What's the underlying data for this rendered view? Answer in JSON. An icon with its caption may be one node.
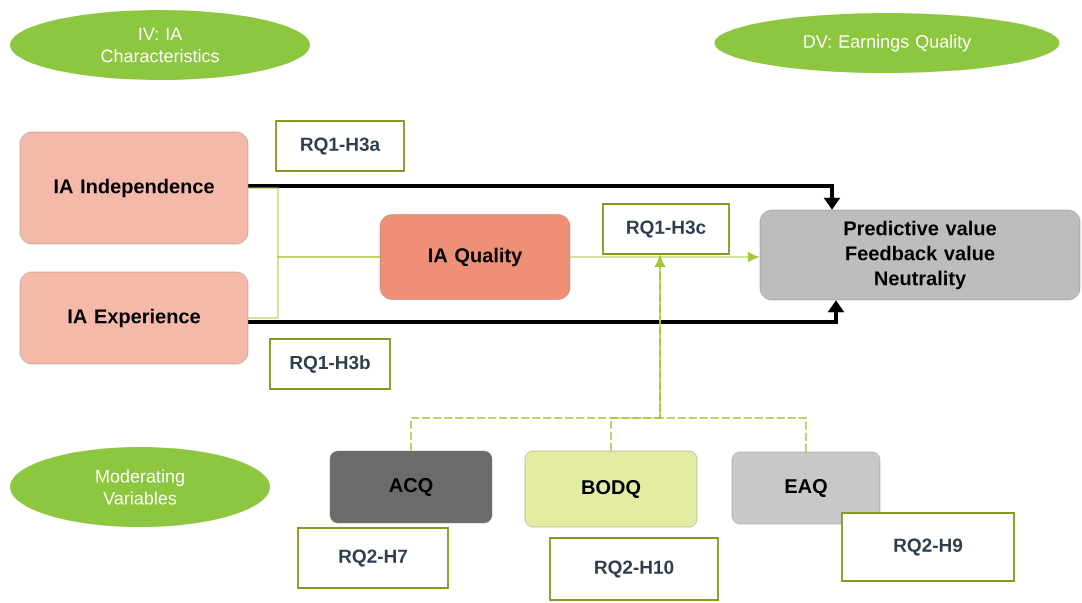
{
  "diagram": {
    "nodes": [
      {
        "text": [
          "IV: IA Characteristics"
        ]
      },
      {
        "text": [
          "DV: Earnings Quality"
        ]
      },
      {
        "text": [
          "IA Independence"
        ]
      },
      {
        "text": [
          "RQ1-H3a"
        ]
      },
      {
        "text": [
          "IA Quality"
        ]
      },
      {
        "text": [
          "RQ1-H3c"
        ]
      },
      {
        "text": [
          "Predictive value",
          "Feedback value",
          "Neutrality"
        ]
      },
      {
        "text": [
          "IA Experience"
        ]
      },
      {
        "text": [
          "RQ1-H3b"
        ]
      },
      {
        "text": [
          "Moderating Variables"
        ]
      },
      {
        "text": [
          "ACQ"
        ]
      },
      {
        "text": [
          "BODQ"
        ]
      },
      {
        "text": [
          "EAQ"
        ]
      },
      {
        "text": [
          "RQ2-H7"
        ]
      },
      {
        "text": [
          "RQ2-H10"
        ]
      },
      {
        "text": [
          "RQ2-H9"
        ]
      }
    ],
    "edges": [
      {
        "from": 2,
        "to": 6,
        "arrow": "to",
        "style": "thick",
        "color": "#000000"
      },
      {
        "from": 7,
        "to": 6,
        "arrow": "to",
        "style": "thick",
        "color": "#000000"
      },
      {
        "from": 2,
        "to": 4,
        "arrow": "none",
        "color": "#a4c639"
      },
      {
        "from": 7,
        "to": 4,
        "arrow": "none",
        "color": "#a4c639"
      },
      {
        "from": 4,
        "to": 6,
        "arrow": "to",
        "color": "#a4c639"
      },
      {
        "from": 10,
        "to": 5,
        "arrow": "to",
        "style": "dashed",
        "color": "#a4c639"
      },
      {
        "from": 11,
        "to": 5,
        "arrow": "to",
        "style": "dashed",
        "color": "#a4c639"
      },
      {
        "from": 12,
        "to": 5,
        "arrow": "to",
        "style": "dashed",
        "color": "#a4c639"
      }
    ]
  }
}
